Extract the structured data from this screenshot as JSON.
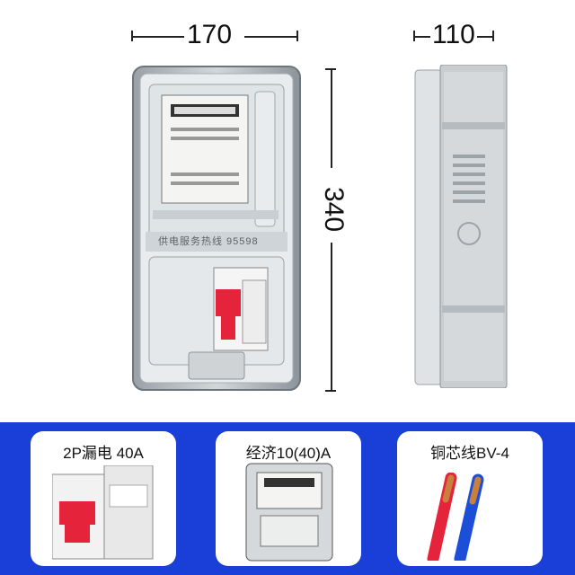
{
  "dimensions": {
    "width": "170",
    "depth": "110",
    "height": "340"
  },
  "front_panel": {
    "hotline_text": "供电服务热线 95598"
  },
  "accessories": [
    {
      "label": "2P漏电 40A"
    },
    {
      "label": "经济10(40)A"
    },
    {
      "label": "铜芯线BV-4"
    }
  ],
  "colors": {
    "banner": "#1a3fd8",
    "breaker_red": "#e5233a",
    "wire_copper": "#c9803d"
  }
}
